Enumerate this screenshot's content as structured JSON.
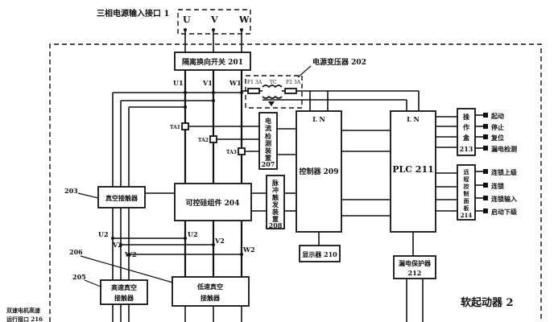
{
  "labels": {
    "power_port": "三相电源输入接口 1",
    "phase_u": "U",
    "phase_v": "V",
    "phase_w": "W",
    "isolation_switch": "隔离换向开关 201",
    "transformer": "电源变压器 202",
    "f1": "F1 3A",
    "tc": "TC",
    "f2": "F2 3A",
    "u1": "U1",
    "v1": "V1",
    "w1": "W1",
    "ta1": "TA1",
    "ta2": "TA2",
    "ta3": "TA3",
    "current_detect": [
      "电",
      "流",
      "检",
      "测",
      "装",
      "置",
      "207"
    ],
    "pulse_trigger": [
      "脉",
      "冲",
      "触",
      "发",
      "装",
      "置",
      "208"
    ],
    "controller_ln": "L   N",
    "controller": "控制器 209",
    "plc_ln": "L   N",
    "plc": "PLC 211",
    "display": "显示器 210",
    "leak_protector_1": "漏电保护器",
    "leak_protector_2": "212",
    "op_box": [
      "操",
      "作",
      "盒",
      "213"
    ],
    "op_start": "起动",
    "op_stop": "停止",
    "op_reset": "复位",
    "op_leak": "漏电检测",
    "remote_panel": [
      "远",
      "程",
      "控",
      "制",
      "面",
      "板",
      "214"
    ],
    "remote_1": "连锁上级",
    "remote_2": "连锁",
    "remote_3": "连锁输入",
    "remote_4": "启动下级",
    "label_203": "203",
    "vacuum_contactor": "真空接触器",
    "thyristor": "可控硅组件 204",
    "u2": "U2",
    "v2": "V2",
    "w2": "W2",
    "label_206": "206",
    "label_205": "205",
    "high_speed_1": "高速真空",
    "high_speed_2": "接触器",
    "low_speed_1": "低速真空",
    "low_speed_2": "接触器",
    "dual_motor_1": "双速电机高速",
    "dual_motor_2": "运行接口 216",
    "soft_starter": "软起动器 2"
  }
}
